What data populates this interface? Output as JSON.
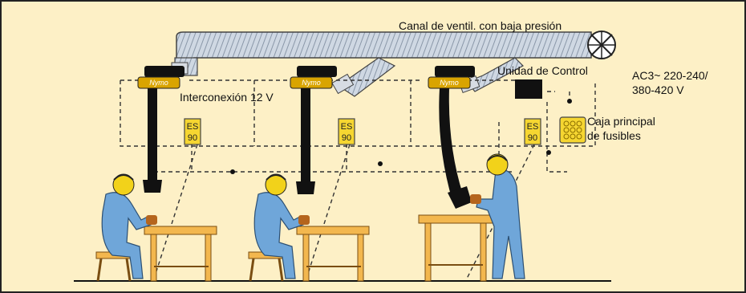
{
  "labels": {
    "duct": "Canal de ventil. con baja presión",
    "control_unit": "Unidad de Control",
    "power_line1": "AC3~ 220-240/",
    "power_line2": "380-420 V",
    "interconnect": "Interconexión 12 V",
    "fuse_box_line1": "Caja principal",
    "fuse_box_line2": "de fusibles"
  },
  "es_units": [
    {
      "line1": "ES",
      "line2": "90"
    },
    {
      "line1": "ES",
      "line2": "90"
    },
    {
      "line1": "ES",
      "line2": "90"
    }
  ],
  "hood_brand": "Nymo",
  "colors": {
    "background": "#fdf0c6",
    "duct": "#cfd8e3",
    "duct_stripe": "#8a97a8",
    "arm": "#111111",
    "hood_band": "#d9a400",
    "es_box": "#f6d631",
    "control_unit": "#111111",
    "worker": "#6fa6d9",
    "helmet": "#f2d21a",
    "table": "#f3b74e",
    "wiring": "#333333"
  },
  "icons": [
    "fan-icon",
    "switch-icon"
  ]
}
